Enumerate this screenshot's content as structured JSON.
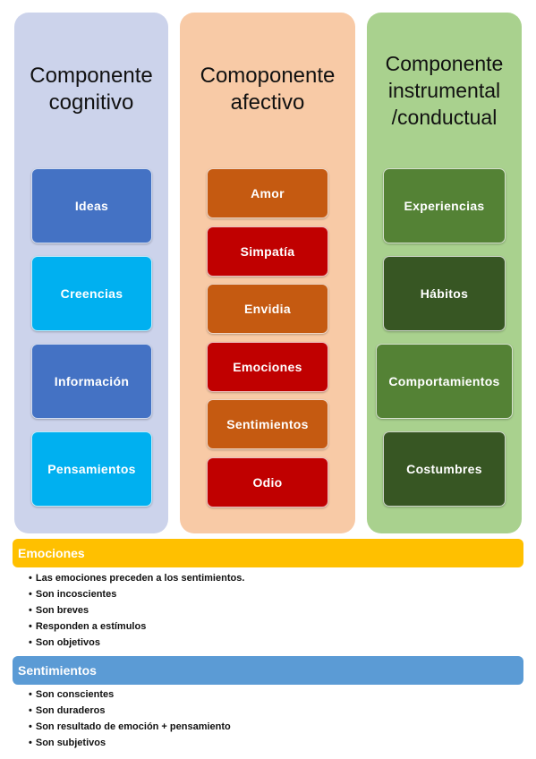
{
  "columns": [
    {
      "title": "Componente\ncognitivo",
      "items": [
        "Ideas",
        "Creencias",
        "Información",
        "Pensamientos"
      ]
    },
    {
      "title": "Comoponente\nafectivo",
      "items": [
        "Amor",
        "Simpatía",
        "Envidia",
        "Emociones",
        "Sentimientos",
        "Odio"
      ]
    },
    {
      "title": "Componente\ninstrumental\n/conductual",
      "items": [
        "Experiencias",
        "Hábitos",
        "Comportamientos",
        "Costumbres"
      ]
    }
  ],
  "emociones": {
    "title": "Emociones",
    "items": [
      "Las emociones preceden a los sentimientos.",
      "Son incoscientes",
      "Son breves",
      "Responden a estímulos",
      "Son objetivos"
    ]
  },
  "sentimientos": {
    "title": "Sentimientos",
    "items": [
      "Son conscientes",
      "Son duraderos",
      "Son resultado de emoción + pensamiento",
      "Son subjetivos"
    ]
  },
  "colors": {
    "column_cognitive_bg": "#ccd3eb",
    "column_affective_bg": "#f8caa6",
    "column_instrumental_bg": "#a9d18e",
    "cognitive_dark": "#4472c4",
    "cognitive_light": "#00b0f0",
    "affective_orange": "#c55a11",
    "affective_red": "#c00000",
    "instrumental_mid": "#548235",
    "instrumental_dark": "#375623",
    "band_emociones": "#ffc000",
    "band_sentimientos": "#5b9bd5"
  }
}
